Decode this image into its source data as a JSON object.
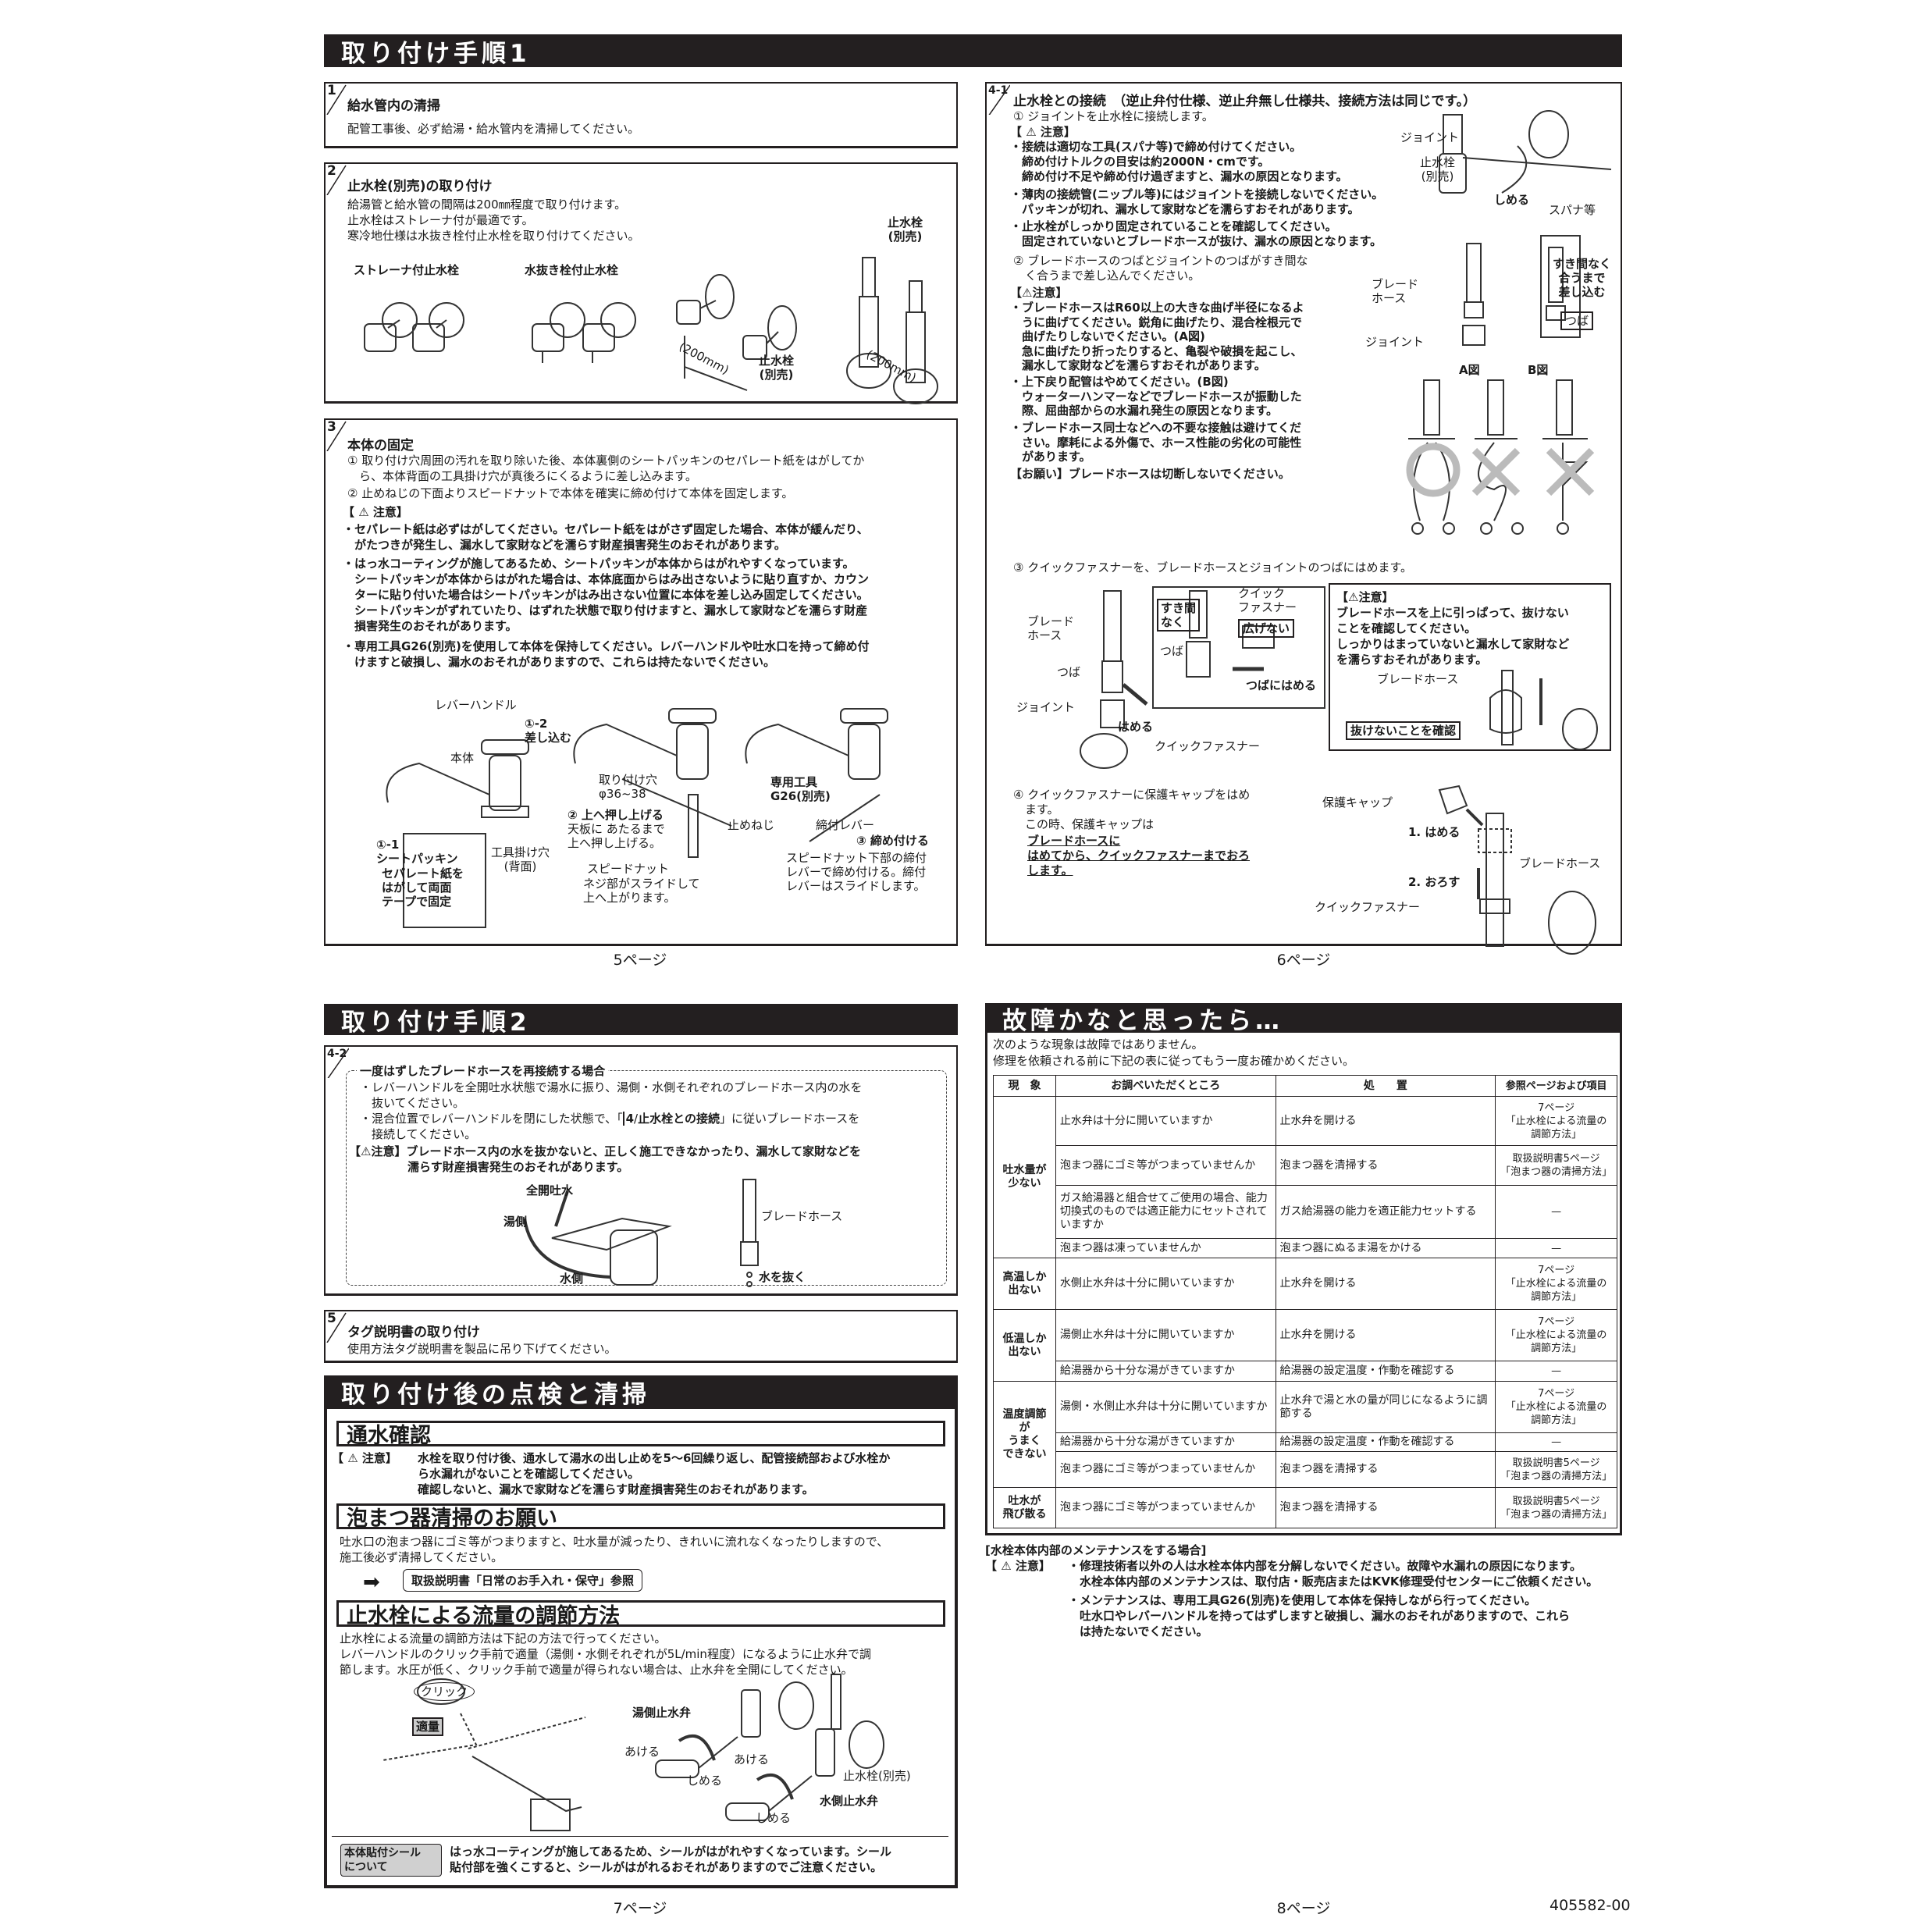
{
  "page5": {
    "title": "取り付け手順1",
    "page_label": "5ページ",
    "s1": {
      "num": "1",
      "heading": "給水管内の清掃",
      "text": "配管工事後、必ず給湯・給水管内を清掃してください。"
    },
    "s2": {
      "num": "2",
      "heading": "止水栓(別売)の取り付け",
      "text": "給湯管と給水管の間隔は200㎜程度で取り付けます。\n止水栓はストレーナ付が最適です。\n寒冷地仕様は水抜き栓付止水栓を取り付けてください。",
      "label_strainer": "ストレーナ付止水栓",
      "label_drain": "水抜き栓付止水栓",
      "label_valve_a": "止水栓\n(別売)",
      "label_valve_b": "止水栓\n(別売)",
      "dim_a": "(200mm)",
      "dim_b": "(200mm)"
    },
    "s3": {
      "num": "3",
      "heading": "本体の固定",
      "step1": "① 取り付け穴周囲の汚れを取り除いた後、本体裏側のシートパッキンのセパレート紙をはがしてか\n　ら、本体背面の工具掛け穴が真後ろにくるように差し込みます。",
      "step2": "② 止めねじの下面よりスピードナットで本体を確実に締め付けて本体を固定します。",
      "caution_label": "【 ⚠ 注意】",
      "cautions": [
        "・セパレート紙は必ずはがしてください。セパレート紙をはがさず固定した場合、本体が緩んだり、\n　がたつきが発生し、漏水して家財などを濡らす財産損害発生のおそれがあります。",
        "・はっ水コーティングが施してあるため、シートパッキンが本体からはがれやすくなっています。\n　シートパッキンが本体からはがれた場合は、本体底面からはみ出さないように貼り直すか、カウン\n　ターに貼り付いた場合はシートパッキンがはみ出さない位置に本体を差し込み固定してください。\n　シートパッキンがずれていたり、はずれた状態で取り付けますと、漏水して家財などを濡らす財産\n　損害発生のおそれがあります。",
        "・専用工具G26(別売)を使用して本体を保持してください。レバーハンドルや吐水口を持って締め付\n　けますと破損し、漏水のおそれがありますので、これらは持たないでください。"
      ],
      "fig": {
        "lever_handle": "レバーハンドル",
        "step1_2": "①-2\n差し込む",
        "body": "本体",
        "step1_1": "①-1\nシートパッキン",
        "separate": "セパレート紙を\nはがして両面\nテープで固定",
        "tool_hole": "工具掛け穴\n(背面)",
        "mount_hole": "取り付け穴\nφ36~38",
        "step2": "② 上へ押し上げる",
        "step2_desc": "天板に あたるまで\n上へ押し上げる。",
        "stop_screw": "止めねじ",
        "speed_nut": "スピードナット",
        "speed_nut_desc": "ネジ部がスライドして\n上へ上がります。",
        "tool": "専用工具\nG26(別売)",
        "lever": "締付レバー",
        "step3": "③ 締め付ける",
        "step3_desc": "スピードナット下部の締付\nレバーで締め付ける。締付\nレバーはスライドします。"
      }
    }
  },
  "page6": {
    "page_label": "6ページ",
    "s41": {
      "num": "4-1",
      "heading": "止水栓との接続　（逆止弁付仕様、逆止弁無し仕様共、接続方法は同じです。）",
      "step1": "① ジョイントを止水栓に接続します。",
      "caution_label": "【 ⚠ 注意】",
      "cautions1": [
        "・接続は適切な工具(スパナ等)で締め付けてください。\n　締め付けトルクの目安は約2000N・cmです。\n　締め付け不足や締め付け過ぎますと、漏水の原因となります。",
        "・薄肉の接続管(ニップル等)にはジョイントを接続しないでください。\n　パッキンが切れ、漏水して家財などを濡らすおそれがあります。",
        "・止水栓がしっかり固定されていることを確認してください。\n　固定されていないとブレードホースが抜け、漏水の原因となります。"
      ],
      "step2": "② ブレードホースのつばとジョイントのつばがすき間な\n　く合うまで差し込んでください。",
      "caution_label2": "【⚠注意】",
      "cautions2": [
        "・ブレードホースはR60以上の大きな曲げ半径になるよ\n　うに曲げてください。鋭角に曲げたり、混合栓根元で\n　曲げたりしないでください。(A図)\n　急に曲げたり折ったりすると、亀裂や破損を起こし、\n　漏水して家財などを濡らすおそれがあります。",
        "・上下戻り配管はやめてください。(B図)\n　ウォーターハンマーなどでブレードホースが振動した\n　際、屈曲部からの水漏れ発生の原因となります。",
        "・ブレードホース同士などへの不要な接触は避けてくだ\n　さい。摩耗による外傷で、ホース性能の劣化の可能性\n　があります。"
      ],
      "request": "【お願い】ブレードホースは切断しないでください。",
      "fig": {
        "joint": "ジョイント",
        "valve": "止水栓\n(別売)",
        "tighten": "しめる",
        "spanner": "スパナ等",
        "hose": "ブレード\nホース",
        "joint2": "ジョイント",
        "insert": "すき間なく\n合うまで\n差し込む",
        "flange": "つば",
        "fig_a": "A図",
        "fig_b": "B図"
      },
      "step3": "③ クイックファスナーを、ブレードホースとジョイントのつばにはめます。",
      "fig3": {
        "hose": "ブレード\nホース",
        "flange": "つば",
        "joint": "ジョイント",
        "fit": "はめる",
        "fastener": "クイックファスナー",
        "no_gap": "すき間\nなく",
        "flange2": "つば",
        "quick": "クイック\nファスナー",
        "no_spread": "広げない",
        "fit_flange": "つばにはめる"
      },
      "caution3": {
        "label": "【⚠注意】",
        "text": "ブレードホースを上に引っぱって、抜けない\nことを確認してください。\nしっかりはまっていないと漏水して家財など\nを濡らすおそれがあります。",
        "hose": "ブレードホース",
        "confirm": "抜けないことを確認"
      },
      "step4": "④ クイックファスナーに保護キャップをはめ\n　ます。\n　この時、保護キャップは",
      "step4_ul": "ブレードホースに\nはめてから、クイックファスナーまでおろ\nします。",
      "fig4": {
        "cap": "保護キャップ",
        "fit": "1. はめる",
        "lower": "2. おろす",
        "hose": "ブレードホース",
        "fastener": "クイックファスナー"
      }
    }
  },
  "page7": {
    "title": "取り付け手順2",
    "page_label": "7ページ",
    "s42": {
      "num": "4-2",
      "heading": "一度はずしたブレードホースを再接続する場合",
      "bullet1": "・レバーハンドルを全開吐水状態で湯水に振り、湯側・水側それぞれのブレードホース内の水を\n　抜いてください。",
      "bullet2_a": "・混合位置でレバーハンドルを閉にした状態で、「",
      "bullet2_ref_num": "4",
      "bullet2_ref": "止水栓との接続",
      "bullet2_b": "」に従いブレードホースを\n　接続してください。",
      "caution": "【⚠注意】ブレードホース内の水を抜かないと、正しく施工できなかったり、漏水して家財などを\n　　　　　濡らす財産損害発生のおそれがあります。",
      "fig": {
        "full_open": "全開吐水",
        "hot": "湯側",
        "cold": "水側",
        "hose": "ブレードホース",
        "drain": "水を抜く"
      }
    },
    "s5": {
      "num": "5",
      "heading": "タグ説明書の取り付け",
      "text": "使用方法タグ説明書を製品に吊り下げてください。"
    },
    "inspection": {
      "title": "取り付け後の点検と清掃",
      "water_check": {
        "title": "通水確認",
        "caution_label": "【 ⚠ 注意】",
        "text": "水栓を取り付け後、通水して湯水の出し止めを5～6回繰り返し、配管接続部および水栓か\nら水漏れがないことを確認してください。\n確認しないと、漏水で家財などを濡らす財産損害発生のおそれがあります。"
      },
      "aerator": {
        "title": "泡まつ器清掃のお願い",
        "text": "吐水口の泡まつ器にゴミ等がつまりますと、吐水量が減ったり、きれいに流れなくなったりしますので、\n施工後必ず清掃してください。",
        "ref": "取扱説明書「日常のお手入れ・保守」参照"
      },
      "flow": {
        "title": "止水栓による流量の調節方法",
        "text": "止水栓による流量の調節方法は下記の方法で行ってください。\nレバーハンドルのクリック手前で適量（湯側・水側それぞれが5L/min程度）になるように止水弁で調\n節します。水圧が低く、クリック手前で適量が得られない場合は、止水弁を全開にしてください。",
        "fig": {
          "click": "クリック",
          "proper": "適量",
          "hot_valve": "湯側止水弁",
          "open1": "あける",
          "close1": "しめる",
          "open2": "あける",
          "close2": "しめる",
          "valve": "止水栓(別売)",
          "cold_valve": "水側止水弁"
        }
      },
      "seal": {
        "label": "本体貼付シール\nについて",
        "text": "はっ水コーティングが施してあるため、シールがはがれやすくなっています。シール\n貼付部を強くこすると、シールがはがれるおそれがありますのでご注意ください。"
      }
    }
  },
  "page8": {
    "title": "故障かなと思ったら…",
    "page_label": "8ページ",
    "doc_number": "405582-00",
    "intro": "次のような現象は故障ではありません。\n修理を依頼される前に下記の表に従ってもう一度お確かめください。",
    "table": {
      "headers": [
        "現　象",
        "お調べいただくところ",
        "処　　置",
        "参照ページおよび項目"
      ],
      "groups": [
        {
          "symptom": "吐水量が\n少ない",
          "rows": [
            {
              "check": "止水弁は十分に開いていますか",
              "action": "止水弁を開ける",
              "ref": "7ページ\n「止水栓による流量の\n調節方法」"
            },
            {
              "check": "泡まつ器にゴミ等がつまっていませんか",
              "action": "泡まつ器を清掃する",
              "ref": "取扱説明書5ページ\n「泡まつ器の清掃方法」"
            },
            {
              "check": "ガス給湯器と組合せてご使用の場合、能力切換式のものでは適正能力にセットされていますか",
              "action": "ガス給湯器の能力を適正能力セットする",
              "ref": "—"
            },
            {
              "check": "泡まつ器は凍っていませんか",
              "action": "泡まつ器にぬるま湯をかける",
              "ref": "—"
            }
          ]
        },
        {
          "symptom": "高温しか\n出ない",
          "rows": [
            {
              "check": "水側止水弁は十分に開いていますか",
              "action": "止水弁を開ける",
              "ref": "7ページ\n「止水栓による流量の\n調節方法」"
            }
          ]
        },
        {
          "symptom": "低温しか\n出ない",
          "rows": [
            {
              "check": "湯側止水弁は十分に開いていますか",
              "action": "止水弁を開ける",
              "ref": "7ページ\n「止水栓による流量の\n調節方法」"
            },
            {
              "check": "給湯器から十分な湯がきていますか",
              "action": "給湯器の設定温度・作動を確認する",
              "ref": "—"
            }
          ]
        },
        {
          "symptom": "温度調節が\nうまく\nできない",
          "rows": [
            {
              "check": "湯側・水側止水弁は十分に開いていますか",
              "action": "止水弁で湯と水の量が同じになるように調節する",
              "ref": "7ページ\n「止水栓による流量の\n調節方法」"
            },
            {
              "check": "給湯器から十分な湯がきていますか",
              "action": "給湯器の設定温度・作動を確認する",
              "ref": "—"
            },
            {
              "check": "泡まつ器にゴミ等がつまっていませんか",
              "action": "泡まつ器を清掃する",
              "ref": "取扱説明書5ページ\n「泡まつ器の清掃方法」"
            }
          ]
        },
        {
          "symptom": "吐水が\n飛び散る",
          "rows": [
            {
              "check": "泡まつ器にゴミ等がつまっていませんか",
              "action": "泡まつ器を清掃する",
              "ref": "取扱説明書5ページ\n「泡まつ器の清掃方法」"
            }
          ]
        }
      ]
    },
    "maintenance": {
      "heading": "[水栓本体内部のメンテナンスをする場合]",
      "caution_label": "【 ⚠ 注意】",
      "bullet1": "・修理技術者以外の人は水栓本体内部を分解しないでください。故障や水漏れの原因になります。\n　水栓本体内部のメンテナンスは、取付店・販売店またはKVK修理受付センターにご依頼ください。",
      "bullet2": "・メンテナンスは、専用工具G26(別売)を使用して本体を保持しながら行ってください。\n　吐水口やレバーハンドルを持ってはずしますと破損し、漏水のおそれがありますので、これら\n　は持たないでください。"
    }
  }
}
